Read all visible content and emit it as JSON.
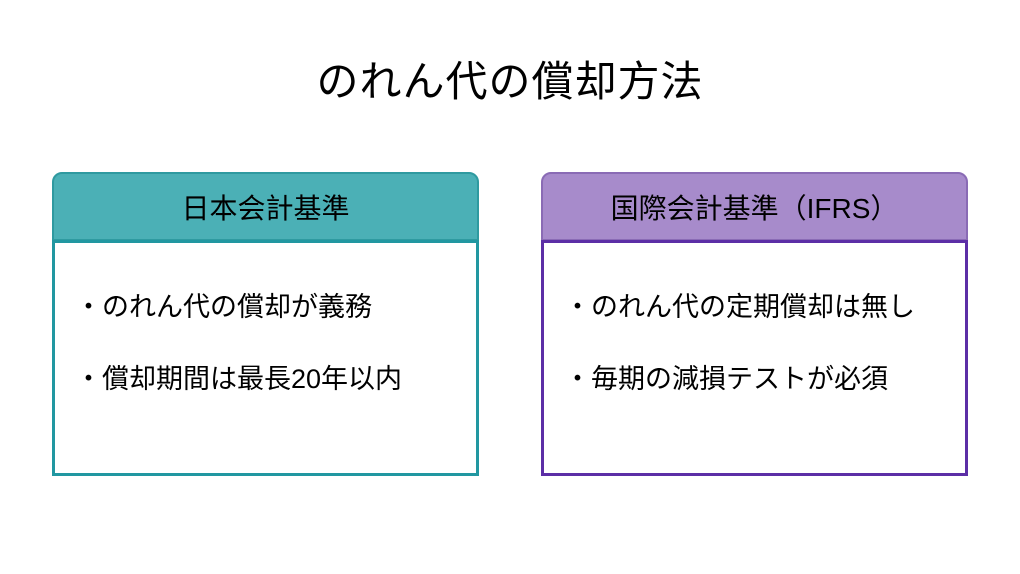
{
  "slide": {
    "title": "のれん代の償却方法"
  },
  "colors": {
    "jp_header_fill": "#4BB0B6",
    "jp_border": "#2197A1",
    "ifrs_header_fill": "#A78BCB",
    "ifrs_border": "#5C2EA6",
    "text": "#000000",
    "background": "#FFFFFF"
  },
  "panels": [
    {
      "header": "日本会計基準",
      "items": [
        "・のれん代の償却が義務",
        "・償却期間は最長20年以内"
      ]
    },
    {
      "header": "国際会計基準（IFRS）",
      "items": [
        "・のれん代の定期償却は無し",
        "・毎期の減損テストが必須"
      ]
    }
  ]
}
